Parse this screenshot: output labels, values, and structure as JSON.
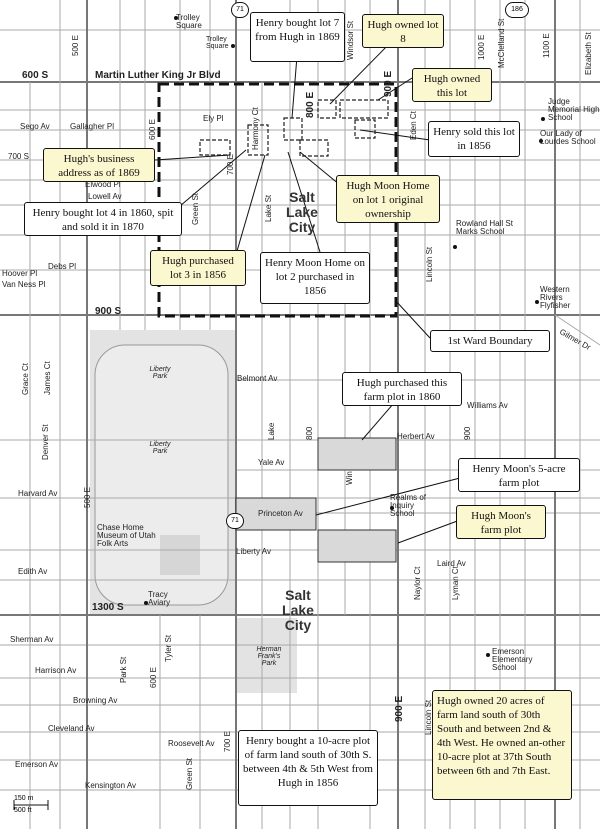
{
  "streets": {
    "mlk": "Martin Luther King Jr Blvd",
    "s600": "600 S",
    "sego": "Sego Av",
    "gallagher": "Gallagher Pl",
    "ely": "Ely Pl",
    "s700": "700 S",
    "elwood": "Elwood Pl",
    "lowell": "Lowell Av",
    "debs": "Debs Pl",
    "hoover": "Hoover Pl",
    "vanness": "Van Ness Pl",
    "s900": "900 S",
    "belmont": "Belmont Av",
    "williams": "Williams Av",
    "herbert": "Herbert Av",
    "yale": "Yale Av",
    "harvard": "Harvard Av",
    "princeton": "Princeton Av",
    "liberty_av": "Liberty Av",
    "laird": "Laird Av",
    "edith": "Edith Av",
    "s1300": "1300 S",
    "sherman": "Sherman Av",
    "harrison": "Harrison Av",
    "browning": "Browning Av",
    "cleveland": "Cleveland Av",
    "roosevelt": "Roosevelt Av",
    "emerson": "Emerson Av",
    "kensington": "Kensington Av",
    "e500": "500 E",
    "e600": "600 E",
    "e700": "700 E",
    "e800": "800 E",
    "e900": "900 E",
    "e1000": "1000 E",
    "e1100": "1100 E",
    "green": "Green St",
    "lake": "Lake St",
    "harmony": "Harmony Ct",
    "windsor": "Windsor St",
    "mcclelland": "McClelland St",
    "elizabeth": "Elizabeth St",
    "grace": "Grace Ct",
    "james": "James Ct",
    "denver": "Denver St",
    "park": "Park St",
    "tyler": "Tyler St",
    "naylor": "Naylor Ct",
    "lincoln": "Lincoln St",
    "lyman": "Lyman Ct",
    "lincoln_st": "Lincoln St",
    "eden": "Eden Ct",
    "lake_short": "Lake",
    "win_short": "Win",
    "e800_short": "800",
    "e900_short": "900",
    "gilmer": "Gilmer Dr"
  },
  "places": {
    "trolley_square": "Trolley Square",
    "trolley_square2": "Trolley Square",
    "judge": "Judge Memorial High School",
    "lourdes": "Our Lady of Lourdes School",
    "rowland": "Rowland Hall St Marks School",
    "western": "Western Rivers Flyfisher",
    "liberty_park": "Liberty Park",
    "liberty_park2": "Liberty Park",
    "chase": "Chase Home Museum of Utah Folk Arts",
    "tracy": "Tracy Aviary",
    "realms": "Realms of Inquiry School",
    "herman": "Herman Frank's Park",
    "emerson_school": "Emerson Elementary School",
    "slc1": "Salt Lake City",
    "slc2": "Salt Lake City"
  },
  "routes": {
    "r71": "71",
    "r186": "186",
    "r71b": "71"
  },
  "scale": {
    "a": "150 m",
    "b": "500 ft"
  },
  "annotations": {
    "henry_lot7": "Henry bought lot 7 from Hugh in 1869",
    "hugh_lot8": "Hugh owned lot 8",
    "hugh_this_lot": "Hugh owned this lot",
    "henry_sold": "Henry sold this lot in 1856",
    "hugh_business": "Hugh's business address as of 1869",
    "hugh_moon_home": "Hugh Moon Home on lot 1 original ownership",
    "henry_lot4": "Henry bought lot 4 in 1860, spit and sold it in 1870",
    "hugh_lot3": "Hugh purchased lot 3 in 1856",
    "henry_lot2": "Henry Moon Home on lot 2 purchased in 1856",
    "ward": "1st Ward Boundary",
    "hugh_farm1860": "Hugh purchased this farm plot in 1860",
    "henry_farm": "Henry Moon's 5-acre farm plot",
    "hugh_farm": "Hugh Moon's farm plot",
    "henry_10acre": "Henry bought a 10-acre plot of farm land south of 30th S. between 4th & 5th West from Hugh in 1856",
    "hugh_20acres": "Hugh owned 20 acres of farm land south of 30th South and between 2nd & 4th West.  He owned an-other 10-acre plot at 37th South between 6th and 7th East."
  },
  "colors": {
    "highlight": "#fbf7cf",
    "park": "#e3e3e3",
    "border": "#111111"
  }
}
